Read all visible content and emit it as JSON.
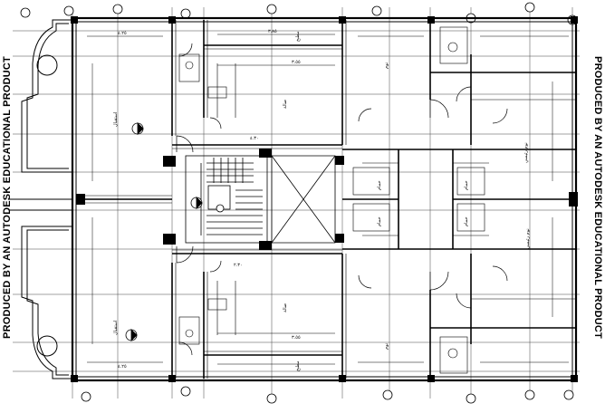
{
  "watermark": {
    "left": "PRODUCED BY AN AUTODESK EDUCATIONAL PRODUCT",
    "right": "PRODUCED BY AN AUTODESK EDUCATIONAL PRODUCT"
  },
  "colors": {
    "ink": "#000000",
    "paper": "#ffffff",
    "grid": "#333333"
  },
  "plan": {
    "dimensions": {
      "top_left": "٤.٢٥",
      "top_mid": "٣.٨٥",
      "mid_corridor_top": "٣.٥٥",
      "mid_corridor_bottom": "٣.٥٥",
      "lobby": "٤.٣٠",
      "stair_left": "٢.٣٠",
      "bottom_left": "٤.٢٥"
    },
    "rooms": {
      "reception_top": "استقبال",
      "reception_bottom": "استقبال",
      "living_top": "صالة",
      "living_bottom": "صالة",
      "kitchen_top": "مطبخ",
      "kitchen_bottom": "مطبخ",
      "bed_top_right": "نوم",
      "bed_bottom_right": "نوم",
      "bed_master_top": "نوم رئيسي",
      "bed_master_bottom": "نوم رئيسي",
      "bath_1": "حمام",
      "bath_2": "حمام",
      "bath_3": "حمام",
      "bath_4": "حمام"
    }
  }
}
